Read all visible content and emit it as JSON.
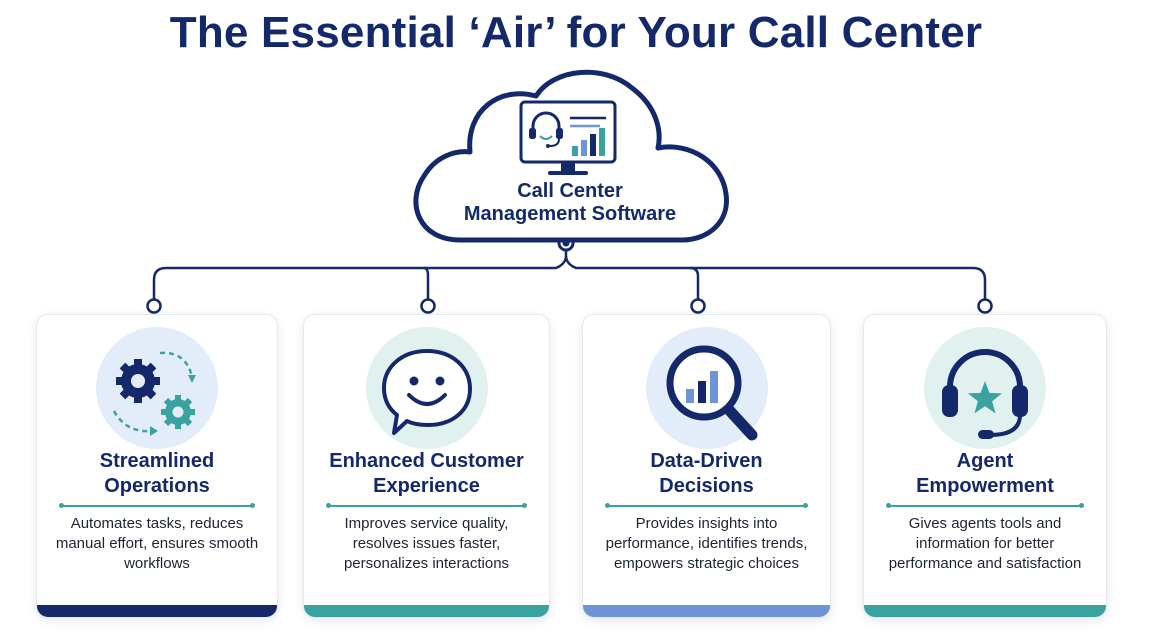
{
  "title": "The Essential ‘Air’ for Your Call Center",
  "hub": {
    "label_line1": "Call Center",
    "label_line2": "Management Software",
    "icon": "headset-monitor-chart-icon"
  },
  "colors": {
    "navy": "#14296b",
    "teal": "#3aa39f",
    "blue": "#6d94d6",
    "circle_teal": "#e1f1ef",
    "circle_blue": "#e3edf9"
  },
  "cards": [
    {
      "title_line1": "Streamlined",
      "title_line2": "Operations",
      "desc": "Automates tasks, reduces manual effort, ensures smooth workflows",
      "icon": "gears-icon",
      "bar_color": "#14296b"
    },
    {
      "title_line1": "Enhanced Customer",
      "title_line2": "Experience",
      "desc": "Improves service quality, resolves issues faster, personalizes interactions",
      "icon": "smiley-chat-icon",
      "bar_color": "#3aa39f"
    },
    {
      "title_line1": "Data-Driven",
      "title_line2": "Decisions",
      "desc": "Provides insights into performance, identifies trends, empowers strategic choices",
      "icon": "magnifier-chart-icon",
      "bar_color": "#6d94d6"
    },
    {
      "title_line1": "Agent",
      "title_line2": "Empowerment",
      "desc": "Gives agents tools and information for better performance and satisfaction",
      "icon": "headset-star-icon",
      "bar_color": "#3aa39f"
    }
  ]
}
